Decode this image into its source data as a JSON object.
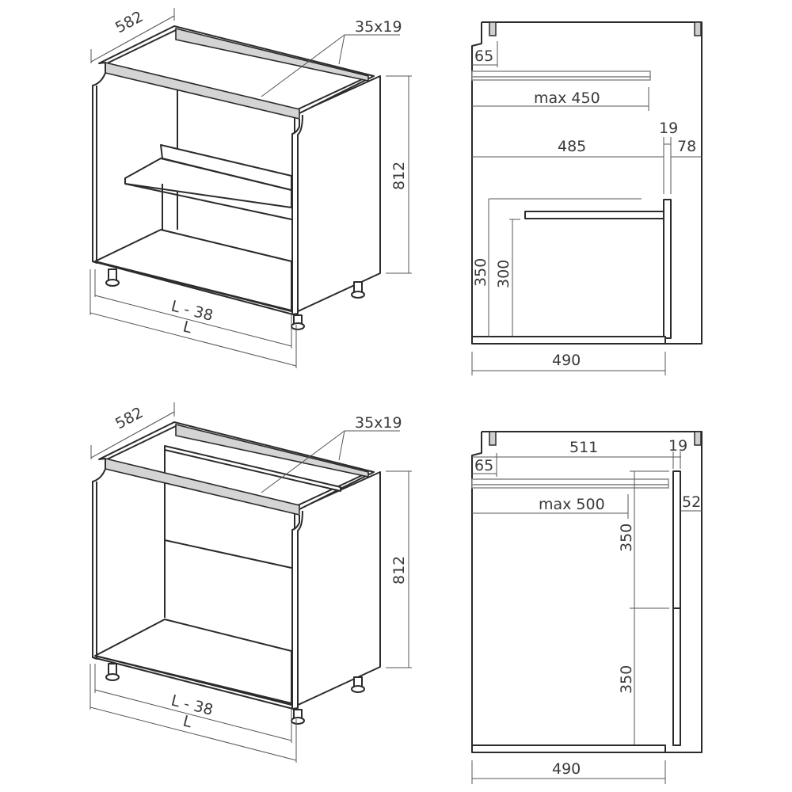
{
  "drawing_1": {
    "iso": {
      "depth": "582",
      "rail_size": "35x19",
      "height": "812",
      "inner_width": "L - 38",
      "width": "L"
    },
    "section": {
      "top_offset": "65",
      "slide_length": "max 450",
      "inner_depth": "485",
      "panel_thickness": "19",
      "back_gap": "78",
      "outer_height": "350",
      "inner_height": "300",
      "bottom_depth": "490"
    }
  },
  "drawing_2": {
    "iso": {
      "depth": "582",
      "rail_size": "35x19",
      "height": "812",
      "inner_width": "L - 38",
      "width": "L"
    },
    "section": {
      "inner_depth": "511",
      "panel_thickness": "19",
      "top_offset": "65",
      "slide_length": "max 500",
      "back_gap": "52",
      "upper_height": "350",
      "lower_height": "350",
      "bottom_depth": "490"
    }
  },
  "colors": {
    "line": "#2b2b2b",
    "rail_fill": "#d4d4d4",
    "dimension": "#555555"
  }
}
